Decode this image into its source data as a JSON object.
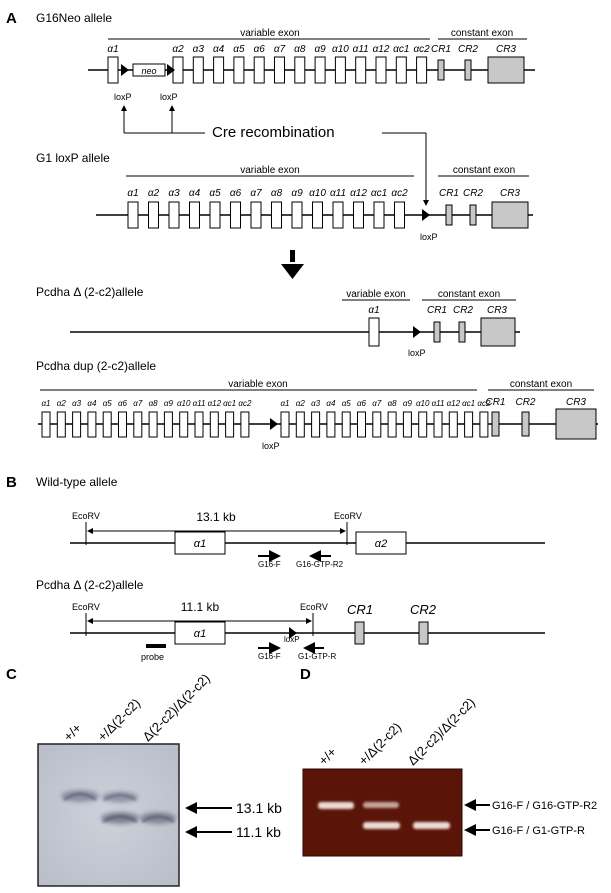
{
  "panels": {
    "A": "A",
    "B": "B",
    "C": "C",
    "D": "D"
  },
  "panelA": {
    "g16neo_title": "G16Neo allele",
    "g1loxp_title": "G1 loxP allele",
    "delta_title": "Pcdha Δ (2-c2)allele",
    "dup_title": "Pcdha dup (2-c2)allele",
    "variable_exon": "variable exon",
    "constant_exon": "constant exon",
    "neo": "neo",
    "loxp": "loxP",
    "cre": "Cre recombination",
    "variable_exons": [
      "α1",
      "α2",
      "α3",
      "α4",
      "α5",
      "α6",
      "α7",
      "α8",
      "α9",
      "α10",
      "α11",
      "α12",
      "αc1",
      "αc2"
    ],
    "constant_exons": [
      "CR1",
      "CR2",
      "CR3"
    ],
    "alpha1": "α1"
  },
  "panelB": {
    "wt_title": "Wild-type allele",
    "delta_title": "Pcdha Δ (2-c2)allele",
    "ecorv": "EcoRV",
    "wt_size": "13.1 kb",
    "delta_size": "11.1 kb",
    "a1": "α1",
    "a2": "α2",
    "cr1": "CR1",
    "cr2": "CR2",
    "g16f": "G16-F",
    "g16gtpr2": "G16-GTP-R2",
    "g1gtpr": "G1-GTP-R",
    "loxp": "loxP",
    "probe": "probe"
  },
  "panelC": {
    "lanes": [
      "+/+",
      "+/Δ(2-c2)",
      "Δ(2-c2)/Δ(2-c2)"
    ],
    "band1": "13.1 kb",
    "band2": "11.1 kb"
  },
  "panelD": {
    "lanes": [
      "+/+",
      "+/Δ(2-c2)",
      "Δ(2-c2)/Δ(2-c2)"
    ],
    "band1": "G16-F / G16-GTP-R2",
    "band2": "G16-F / G1-GTP-R"
  },
  "colors": {
    "constant_exon_fill": "#c8c8c8",
    "southern_bg": "#c9cdd6",
    "gel_bg": "#5a1408",
    "gel_band": "#f2e6de"
  }
}
